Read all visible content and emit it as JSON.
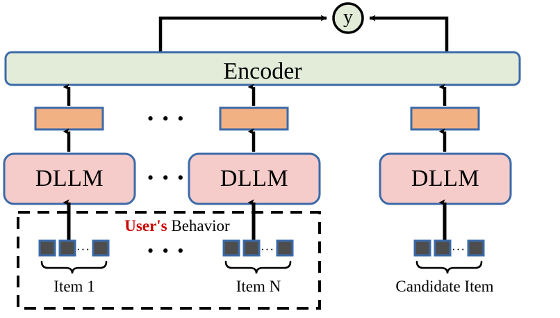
{
  "figure": {
    "title": "DLLM recommendation architecture diagram",
    "background": "#ffffff"
  },
  "colors": {
    "encoder_fill": "#e3ecd9",
    "encoder_stroke": "#3b6aa8",
    "dllm_fill": "#f5ccca",
    "dllm_stroke": "#3b6aa8",
    "embedding_fill": "#f2b183",
    "embedding_stroke": "#3b6aa8",
    "token_fill": "#4d4d4d",
    "token_stroke": "#3b6aa8",
    "output_fill": "#e3ecd9",
    "output_stroke": "#000000",
    "arrow": "#000000",
    "dashed_border": "#000000",
    "highlight_text": "#cc0000",
    "text": "#000000"
  },
  "output_node": {
    "label": "y",
    "shape": "circle",
    "incoming": [
      "encoder-left-branch",
      "encoder-right-branch"
    ]
  },
  "encoder": {
    "label": "Encoder",
    "shape": "rounded-rect"
  },
  "columns": [
    {
      "id": "item-1",
      "model_label": "DLLM",
      "embedding_label": "",
      "caption": "Item 1",
      "tokens": 3,
      "token_ellipsis": "···"
    },
    {
      "id": "item-n",
      "model_label": "DLLM",
      "embedding_label": "",
      "caption": "Item N",
      "tokens": 3,
      "token_ellipsis": "···"
    },
    {
      "id": "candidate-item",
      "model_label": "DLLM",
      "embedding_label": "",
      "caption": "Candidate Item",
      "tokens": 3,
      "token_ellipsis": "···"
    }
  ],
  "user_behavior_group": {
    "label_highlight": "User's",
    "label_rest": " Behavior",
    "border_style": "dashed"
  },
  "ellipses": {
    "between_embeddings": "• • •",
    "between_models": "• • •",
    "between_items": "• • •"
  }
}
